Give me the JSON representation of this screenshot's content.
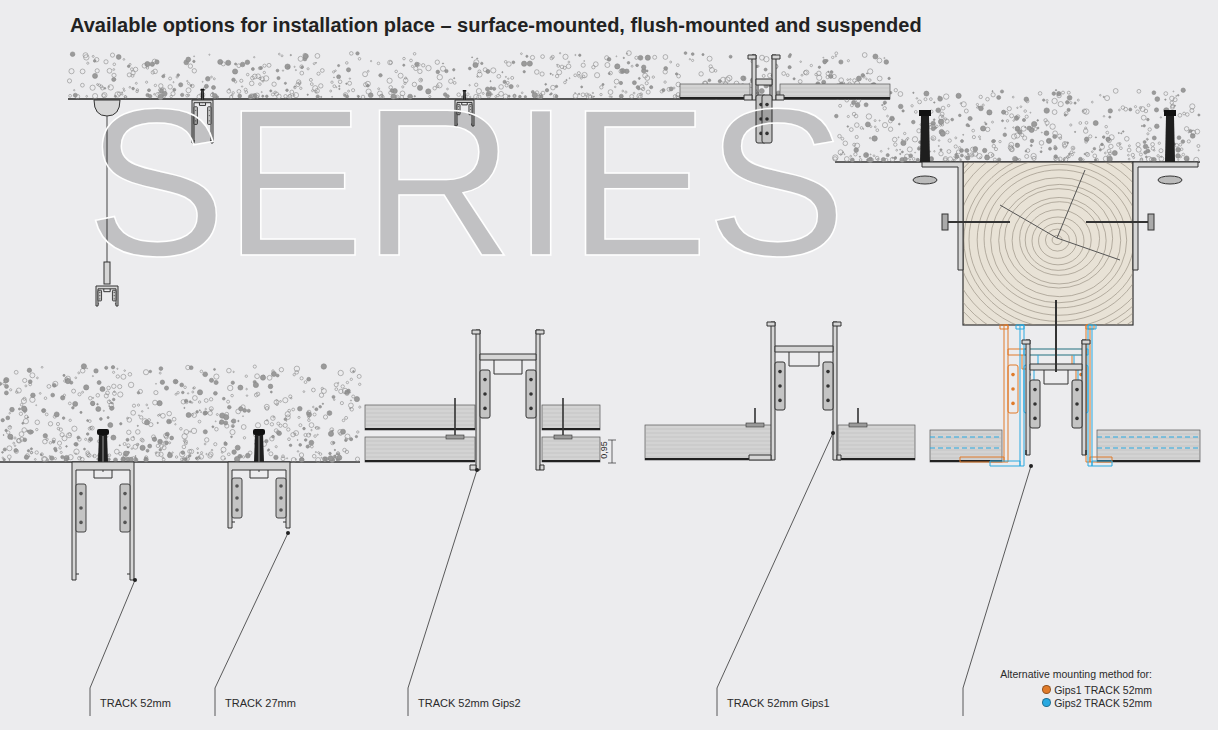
{
  "diagram": {
    "title": "Available options for installation place – surface-mounted, flush-mounted and suspended",
    "labels": [
      "SERIES",
      "0,95",
      "TRACK 52mm",
      "TRACK 27mm",
      "TRACK 52mm Gips2",
      "TRACK 52mm Gips1",
      "Alternative mounting method for:"
    ],
    "legend": [
      {
        "text": "Gips1 TRACK 52mm",
        "color": "#e07b2a"
      },
      {
        "text": "Gips2 TRACK 52mm",
        "color": "#29a9e1"
      }
    ]
  }
}
